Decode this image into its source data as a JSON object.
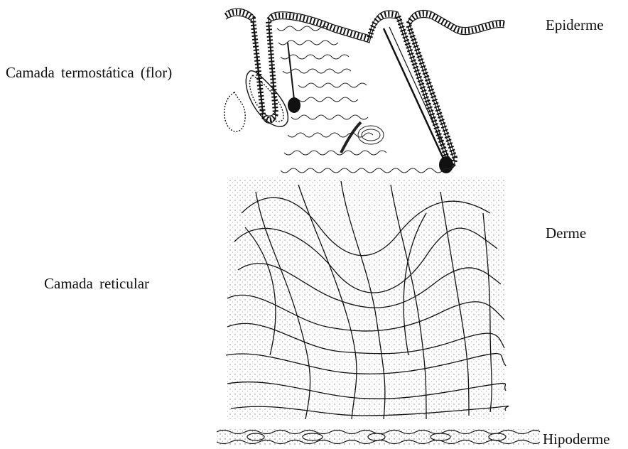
{
  "labels": {
    "thermostatic_layer": "Camada termostática (flor)",
    "reticular_layer": "Camada reticular",
    "epidermis": "Epiderme",
    "dermis": "Derme",
    "hypodermis": "Hipoderme"
  },
  "colors": {
    "ink": "#111111",
    "background": "#ffffff"
  }
}
